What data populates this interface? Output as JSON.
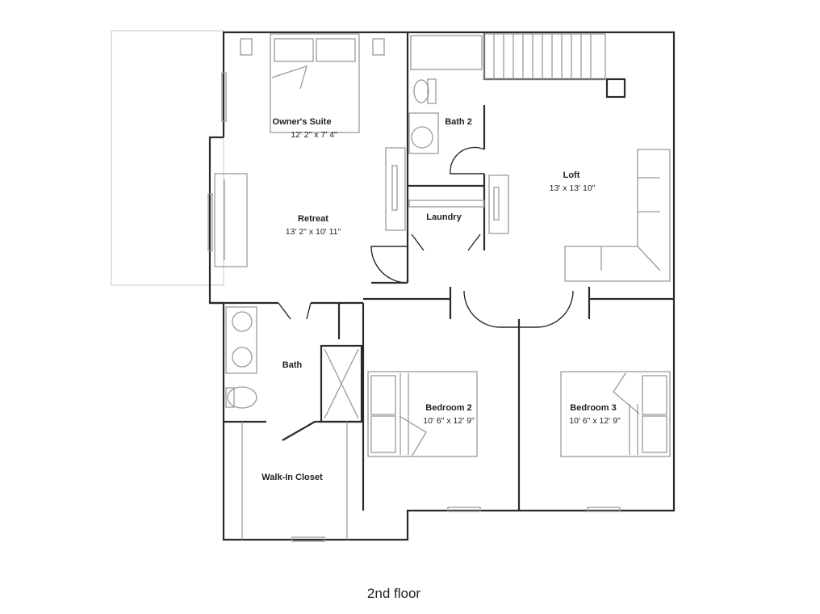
{
  "plan": {
    "caption": "2nd floor",
    "rooms": {
      "owners_suite": {
        "name": "Owner's Suite",
        "dims": "12' 2\" x 7' 4\""
      },
      "retreat": {
        "name": "Retreat",
        "dims": "13' 2\" x 10' 11\""
      },
      "bath2": {
        "name": "Bath 2"
      },
      "laundry": {
        "name": "Laundry"
      },
      "loft": {
        "name": "Loft",
        "dims": "13' x 13' 10\""
      },
      "bath": {
        "name": "Bath"
      },
      "bedroom2": {
        "name": "Bedroom 2",
        "dims": "10' 6\" x 12' 9\""
      },
      "bedroom3": {
        "name": "Bedroom 3",
        "dims": "10' 6\" x 12' 9\""
      },
      "walkin_closet": {
        "name": "Walk-In Closet"
      }
    }
  }
}
